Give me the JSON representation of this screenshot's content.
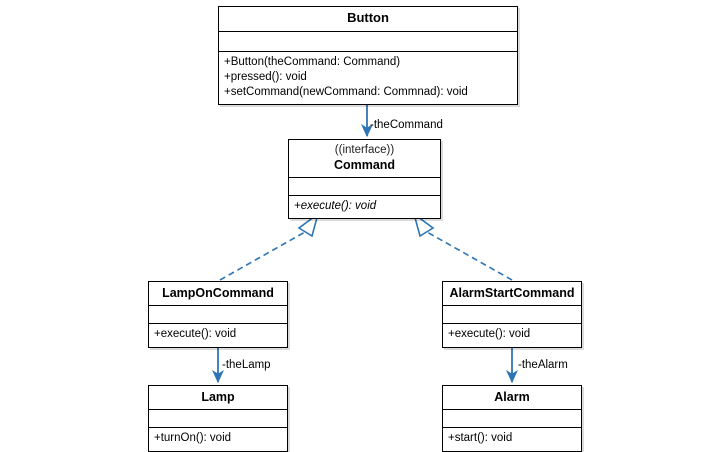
{
  "diagram": {
    "title": "Command Pattern Class Diagram",
    "type": "uml-class-diagram",
    "colors": {
      "connector": "#2E75B6",
      "box_border": "#000000",
      "box_fill": "#FFFFFF",
      "text": "#000000"
    }
  },
  "classes": {
    "button": {
      "name": "Button",
      "stereotype": "",
      "attributes": [],
      "operations": [
        "+Button(theCommand: Command)",
        "+pressed(): void",
        "+setCommand(newCommand: Commnad): void"
      ]
    },
    "command": {
      "name": "Command",
      "stereotype": "((interface))",
      "attributes": [],
      "operations": [
        "+execute(): void"
      ]
    },
    "lamp_on_command": {
      "name": "LampOnCommand",
      "stereotype": "",
      "attributes": [],
      "operations": [
        "+execute(): void"
      ]
    },
    "alarm_start_command": {
      "name": "AlarmStartCommand",
      "stereotype": "",
      "attributes": [],
      "operations": [
        "+execute(): void"
      ]
    },
    "lamp": {
      "name": "Lamp",
      "stereotype": "",
      "attributes": [],
      "operations": [
        "+turnOn(): void"
      ]
    },
    "alarm": {
      "name": "Alarm",
      "stereotype": "",
      "attributes": [],
      "operations": [
        "+start(): void"
      ]
    }
  },
  "relationships": [
    {
      "id": "button-command",
      "from": "Button",
      "to": "Command",
      "kind": "association",
      "line": "solid",
      "arrow": "open-filled",
      "label": "-theCommand"
    },
    {
      "id": "lamponcommand-command",
      "from": "LampOnCommand",
      "to": "Command",
      "kind": "realization",
      "line": "dashed",
      "arrow": "hollow-triangle",
      "label": ""
    },
    {
      "id": "alarmstartcommand-command",
      "from": "AlarmStartCommand",
      "to": "Command",
      "kind": "realization",
      "line": "dashed",
      "arrow": "hollow-triangle",
      "label": ""
    },
    {
      "id": "lamponcommand-lamp",
      "from": "LampOnCommand",
      "to": "Lamp",
      "kind": "association",
      "line": "solid",
      "arrow": "open-filled",
      "label": "-theLamp"
    },
    {
      "id": "alarmstartcommand-alarm",
      "from": "AlarmStartCommand",
      "to": "Alarm",
      "kind": "association",
      "line": "solid",
      "arrow": "open-filled",
      "label": "-theAlarm"
    }
  ]
}
